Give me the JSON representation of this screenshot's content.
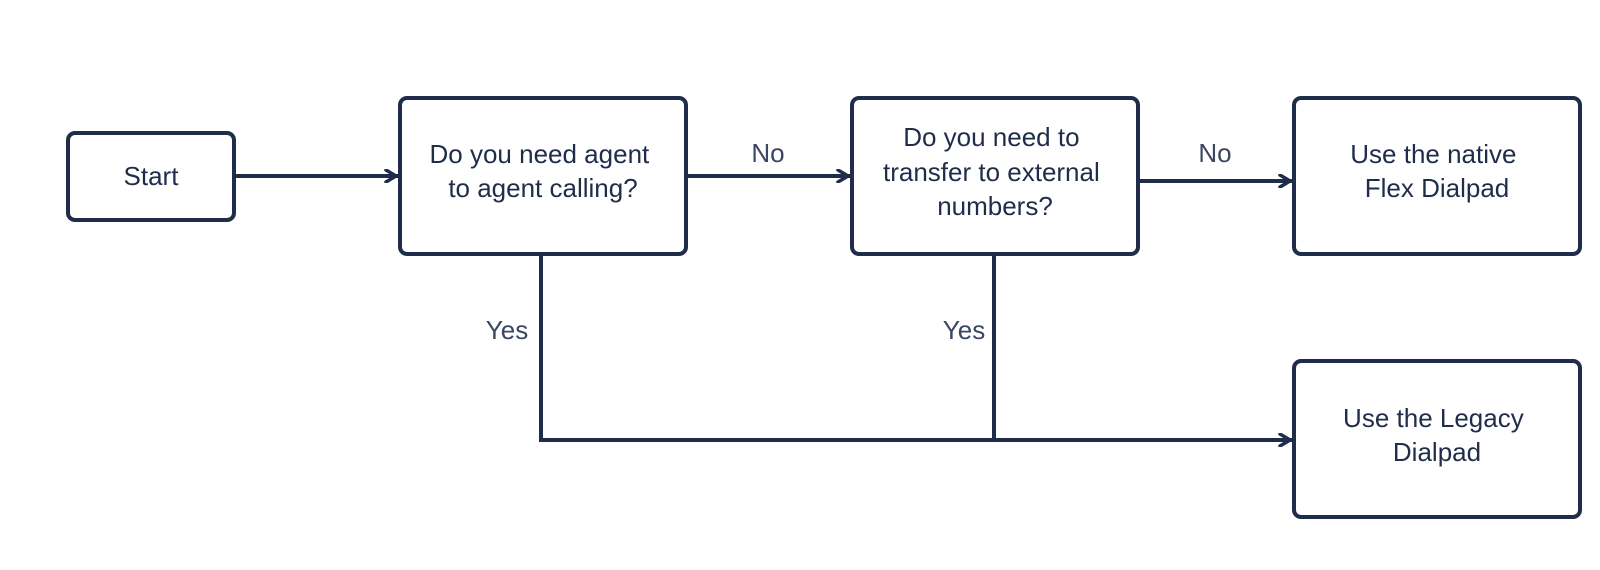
{
  "colors": {
    "stroke": "#1f2d4a",
    "node_text": "#1f2d4a",
    "edge_text": "#3a4763",
    "background": "#ffffff"
  },
  "nodes": {
    "start": {
      "lines": [
        "Start"
      ]
    },
    "q1": {
      "lines": [
        "Do you need agent",
        "to agent calling?"
      ]
    },
    "q2": {
      "lines": [
        "Do you need to",
        "transfer to external",
        "numbers?"
      ]
    },
    "native": {
      "lines": [
        "Use the native",
        "Flex Dialpad"
      ]
    },
    "legacy": {
      "lines": [
        "Use the Legacy",
        "Dialpad"
      ]
    }
  },
  "edges": {
    "q1_no": "No",
    "q1_yes": "Yes",
    "q2_no": "No",
    "q2_yes": "Yes"
  }
}
